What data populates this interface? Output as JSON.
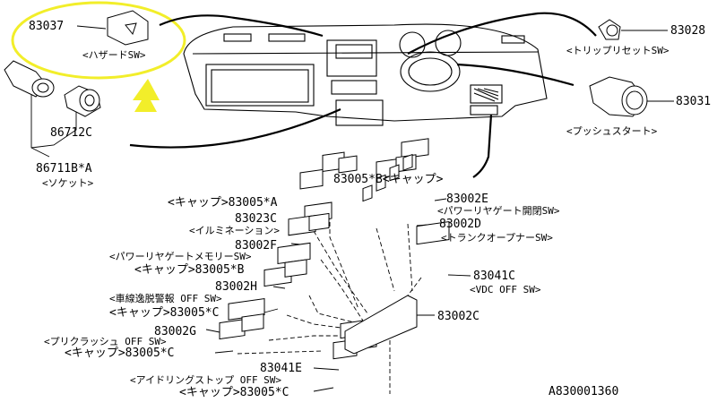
{
  "diagram_id": "A830001360",
  "highlight_color": "#f2ee2a",
  "labels": {
    "l83037": "83037",
    "l_hazard": "<ハザードSW>",
    "l83028": "83028",
    "l_tripreset": "<トリップリセットSW>",
    "l8303x": "83031",
    "l_pushstart": "<プッシュスタート>",
    "l86712": "86712C",
    "l86711": "86711B*A",
    "l_socket": "<ソケット>",
    "l83005B": "83005*B<キャップ>",
    "l83002E": "83002E",
    "l_powergate": "<パワーリヤゲート開閉SW>",
    "l83002D": "83002D",
    "l_trunk": "<トランクオープナーSW>",
    "l_cap83005A": "<キャップ>83005*A",
    "l83023C": "83023C",
    "l_illum": "<イルミネーション>",
    "l83002F": "83002F",
    "l_powermem": "<パワーリヤゲートメモリーSW>",
    "l_cap83005B": "<キャップ>83005*B",
    "l83041C": "83041C",
    "l_vdc": "<VDC OFF SW>",
    "l83002H": "83002H",
    "l_lane": "<車線逸脱警報 OFF SW>",
    "l_cap83005C1": "<キャップ>83005*C",
    "l83002C": "83002C",
    "l83002G": "83002G",
    "l_precrash": "<プリクラッシュ OFF SW>",
    "l_cap83005C2": "<キャップ>83005*C",
    "l83041E": "83041E",
    "l_idle": "<アイドリングストップ OFF SW>",
    "l_cap83005C3": "<キャップ>83005*C"
  }
}
